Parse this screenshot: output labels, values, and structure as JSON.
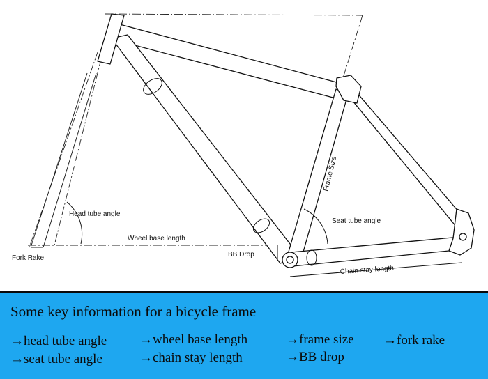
{
  "diagram": {
    "labels": {
      "head_tube_angle": "Head tube angle",
      "wheel_base_length": "Wheel base length",
      "fork_rake": "Fork Rake",
      "bb_drop": "BB Drop",
      "frame_size": "Frame Size",
      "seat_tube_angle": "Seat tube angle",
      "chain_stay_length": "Chain stay length"
    }
  },
  "info": {
    "title": "Some key information for a bicycle frame",
    "terms": [
      "→head tube angle",
      "→wheel base length",
      "→frame size",
      "→fork rake",
      "→seat tube angle",
      "→chain stay length",
      "→BB drop"
    ]
  }
}
